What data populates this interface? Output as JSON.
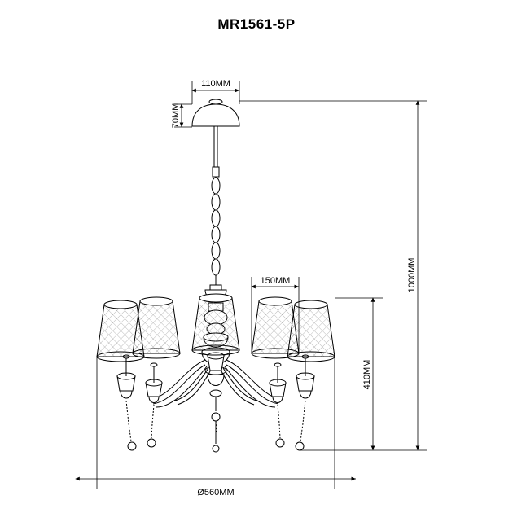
{
  "title": "MR1561-5P",
  "product": {
    "type": "chandelier-technical-drawing",
    "shade_count": 5
  },
  "dimensions": {
    "canopy_width": "110MM",
    "canopy_height": "70MM",
    "shade_width": "150MM",
    "fixture_height": "410MM",
    "total_height": "1000MM",
    "diameter": "Ø560MM"
  },
  "colors": {
    "line": "#000000",
    "background": "#ffffff",
    "hatch": "#555555"
  }
}
